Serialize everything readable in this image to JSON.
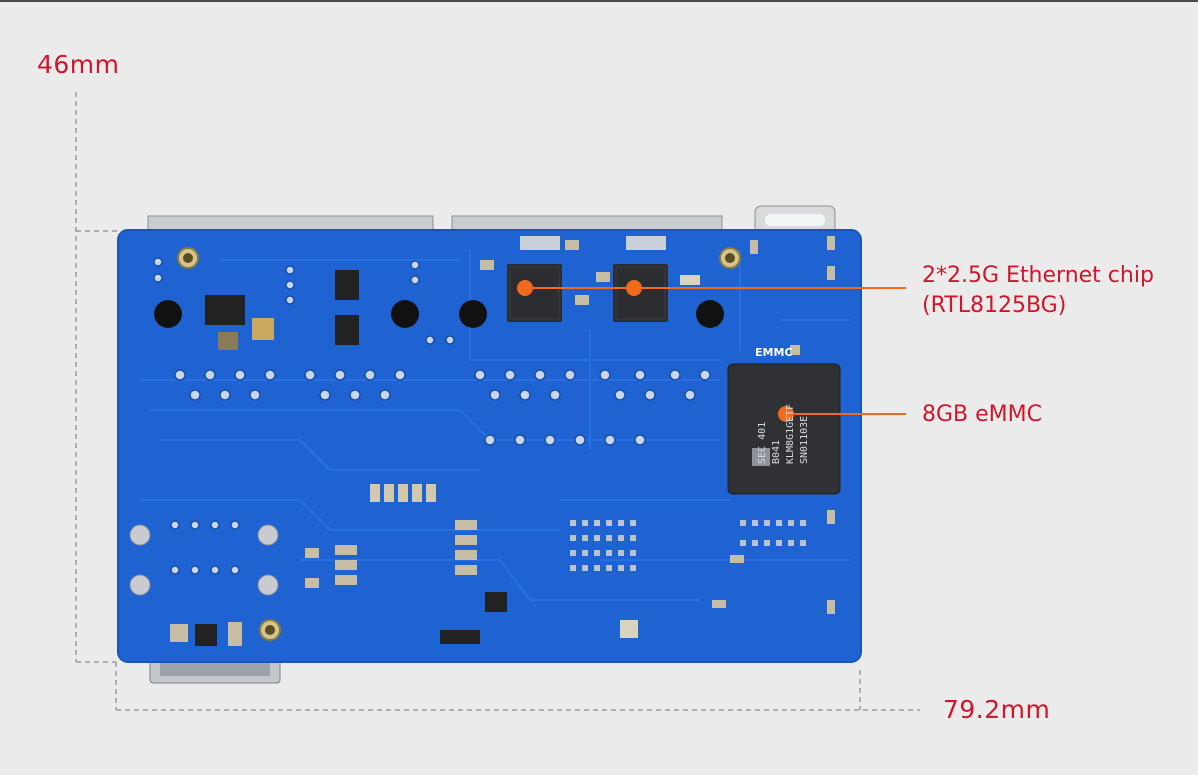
{
  "dimensions": {
    "height": "46mm",
    "width": "79.2mm"
  },
  "callouts": {
    "ethernet_line1": "2*2.5G Ethernet chip",
    "ethernet_line2": "(RTL8125BG)",
    "emmc": "8GB eMMC"
  },
  "silkscreen": {
    "emmc_label": "EMMC",
    "chip_line1": "SEC 401",
    "chip_line2": "B041",
    "chip_line3": "KLM8G1GETF",
    "chip_line4": "SN01103E"
  },
  "colors": {
    "background": "#ebebeb",
    "pcb": "#1f63d2",
    "annotation": "#d0162a",
    "callout_line": "#f26a1b"
  }
}
